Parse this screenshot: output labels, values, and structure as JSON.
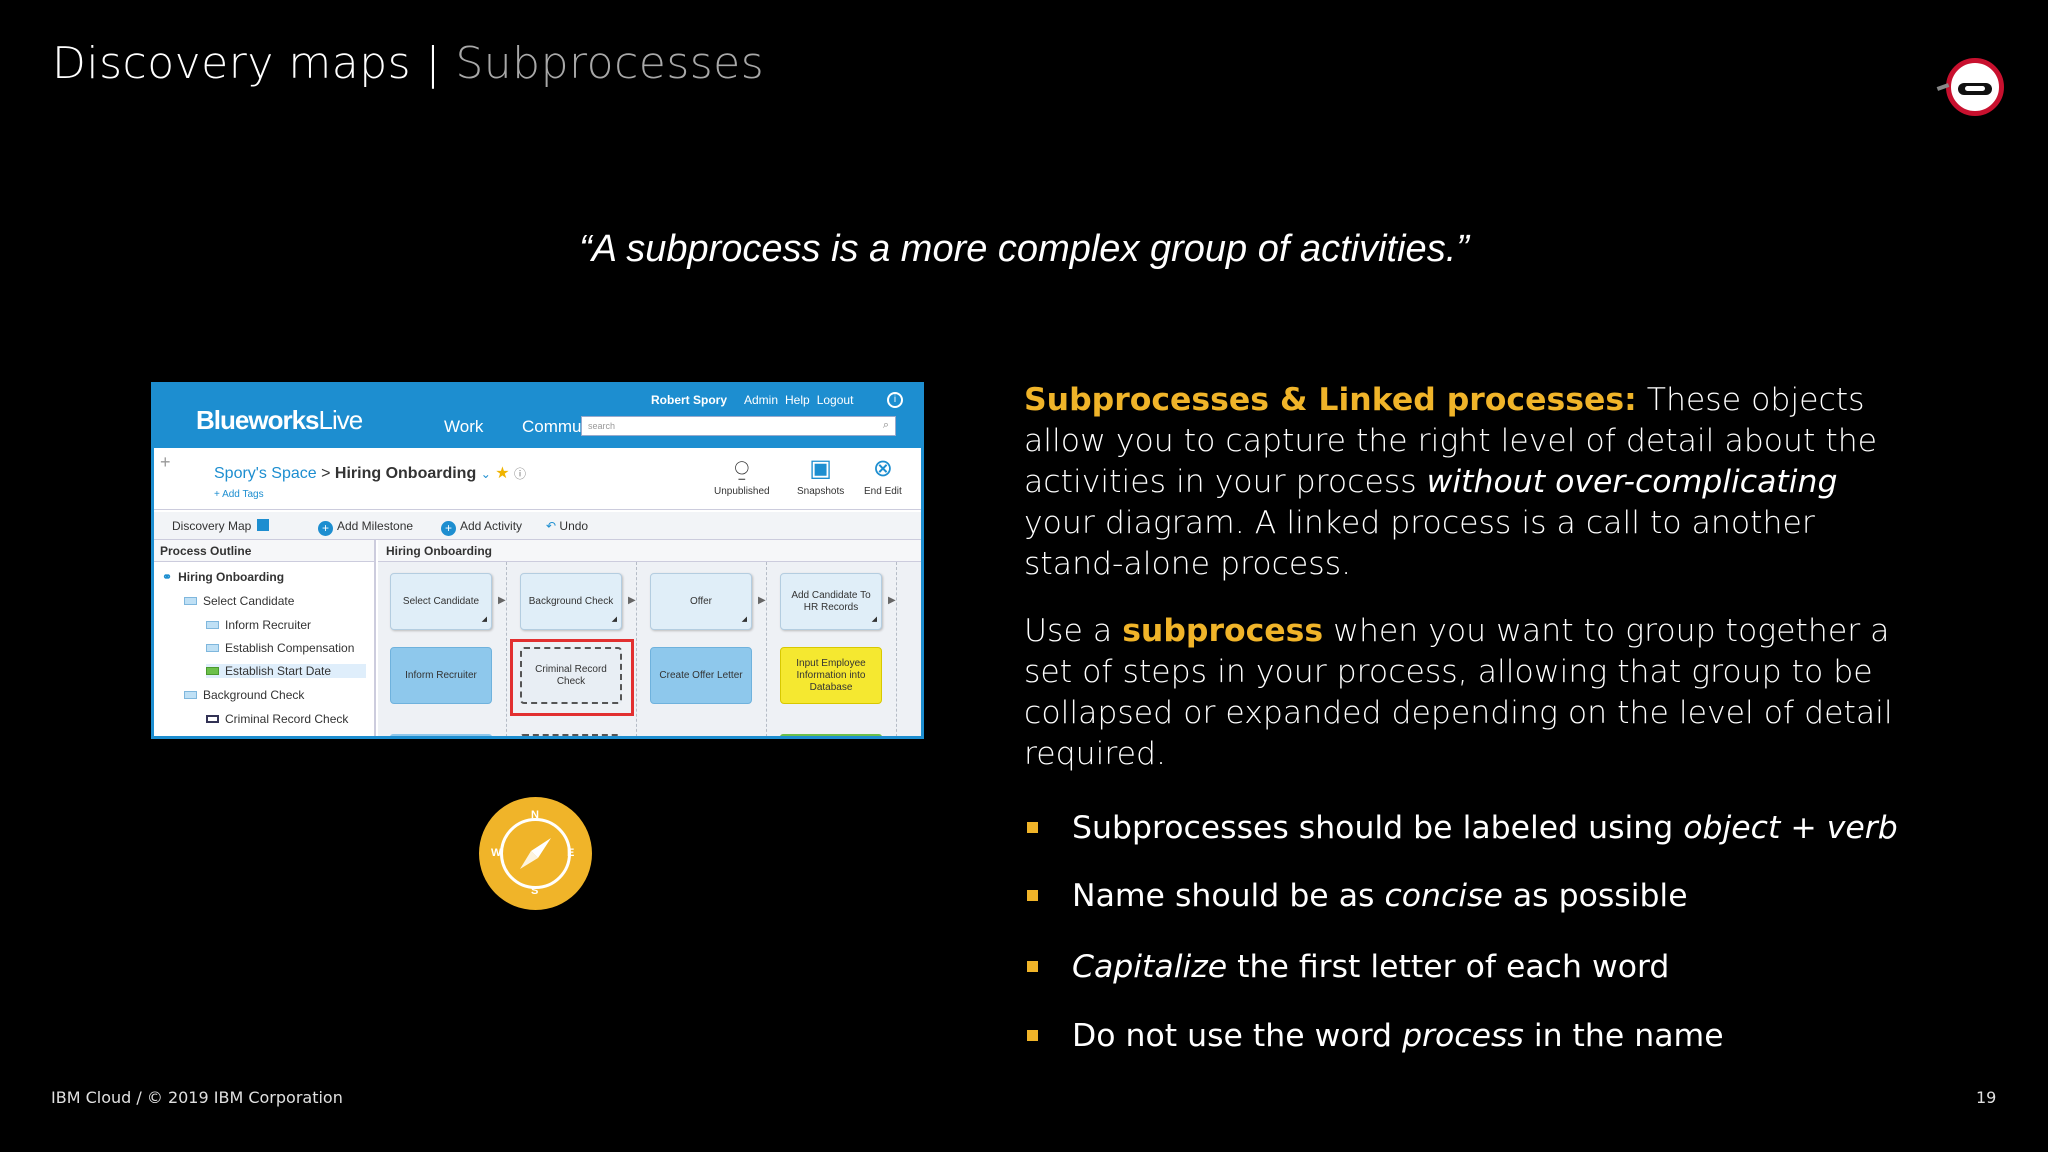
{
  "slide": {
    "title": "Discovery maps",
    "separator": " | ",
    "title_sub": "Subprocesses",
    "quote": "“A subprocess is a more complex group of activities.”",
    "footer": "IBM Cloud / © 2019 IBM Corporation",
    "page_number": "19",
    "accent_color": "#f0b429"
  },
  "blueworks": {
    "brand_main": "Blueworks",
    "brand_live": "Live",
    "nav_work": "Work",
    "nav_community": "Commu",
    "user": "Robert Spory",
    "links": [
      "Admin",
      "Help",
      "Logout"
    ],
    "info": "i",
    "search_placeholder": "search",
    "breadcrumb_space": "Spory's Space",
    "breadcrumb_sep": " > ",
    "breadcrumb_current": "Hiring Onboarding",
    "add_tags": "+ Add Tags",
    "tools": [
      {
        "icon": "ribbon-icon",
        "label": "Unpublished"
      },
      {
        "icon": "camera-icon",
        "label": "Snapshots"
      },
      {
        "icon": "close-circle-icon",
        "label": "End Edit"
      }
    ],
    "toolbar": {
      "view": "Discovery Map",
      "add_milestone": "Add Milestone",
      "add_activity": "Add Activity",
      "undo": "Undo"
    },
    "outline": {
      "header": "Process Outline",
      "items": [
        {
          "label": "Hiring Onboarding",
          "level": 0
        },
        {
          "label": "Select Candidate",
          "level": 1
        },
        {
          "label": "Inform Recruiter",
          "level": 2
        },
        {
          "label": "Establish Compensation",
          "level": 2
        },
        {
          "label": "Establish Start Date",
          "level": 2
        },
        {
          "label": "Background Check",
          "level": 1
        },
        {
          "label": "Criminal Record Check",
          "level": 2
        }
      ]
    },
    "canvas": {
      "header": "Hiring Onboarding",
      "milestones": [
        "Select Candidate",
        "Background Check",
        "Offer",
        "Add Candidate To HR Records"
      ],
      "activities": [
        "Inform Recruiter",
        "Criminal Record Check",
        "Create Offer Letter",
        "Input Employee Information into Database"
      ]
    }
  },
  "compass": {
    "n": "N",
    "e": "E",
    "s": "S",
    "w": "W"
  },
  "content": {
    "p1_highlight": "Subprocesses & Linked processes:",
    "p1_a": "  These objects allow you to capture the right level of detail about the activities in your process ",
    "p1_em": "without over-complicating",
    "p1_b": " your diagram. A linked process is a call to another stand-alone process.",
    "p2_a": "Use a ",
    "p2_highlight": "subprocess",
    "p2_b": " when you want to group together a set of steps in your process, allowing that group to be collapsed or expanded depending on the level of detail required.",
    "bullets": [
      {
        "pre": "Subprocesses should be labeled using ",
        "em": "object + verb",
        "post": ""
      },
      {
        "pre": "Name should be as ",
        "em": "concise",
        "post": " as possible"
      },
      {
        "pre": "",
        "em": "Capitalize",
        "post": " the first letter of each word"
      },
      {
        "pre": "Do not use the word ",
        "em": "process",
        "post": " in the name"
      }
    ]
  }
}
